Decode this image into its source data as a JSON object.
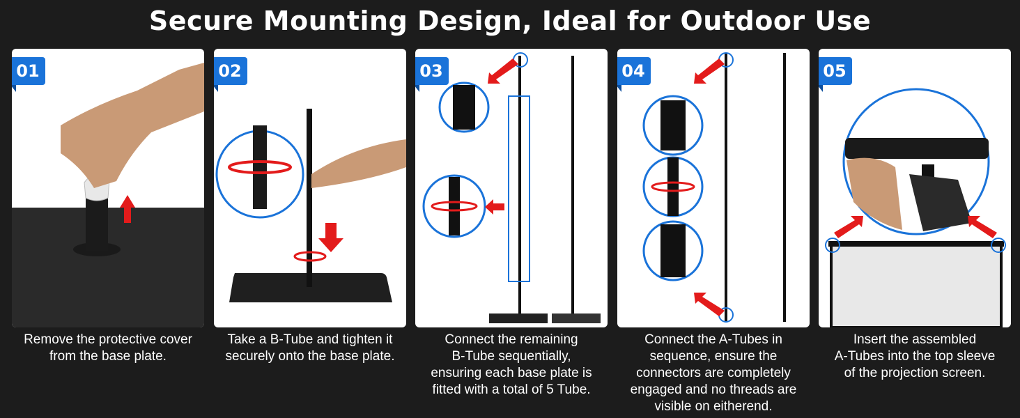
{
  "title": "Secure Mounting Design, Ideal for Outdoor Use",
  "steps": [
    {
      "number": "01",
      "caption": "Remove the protective cover\nfrom the base plate."
    },
    {
      "number": "02",
      "caption": "Take a B-Tube and tighten it\nsecurely onto the base plate."
    },
    {
      "number": "03",
      "caption": "Connect the remaining\nB-Tube sequentially,\nensuring each base plate is\nfitted with a total of 5 Tube."
    },
    {
      "number": "04",
      "caption": "Connect the A-Tubes in\nsequence, ensure the\nconnectors are completely\nengaged and no threads are\nvisible on eitherend."
    },
    {
      "number": "05",
      "caption": "Insert the assembled\nA-Tubes into the top sleeve\nof the projection screen."
    }
  ],
  "colors": {
    "accent": "#1a73d9",
    "arrow": "#e31b1b",
    "background": "#1c1c1c"
  }
}
